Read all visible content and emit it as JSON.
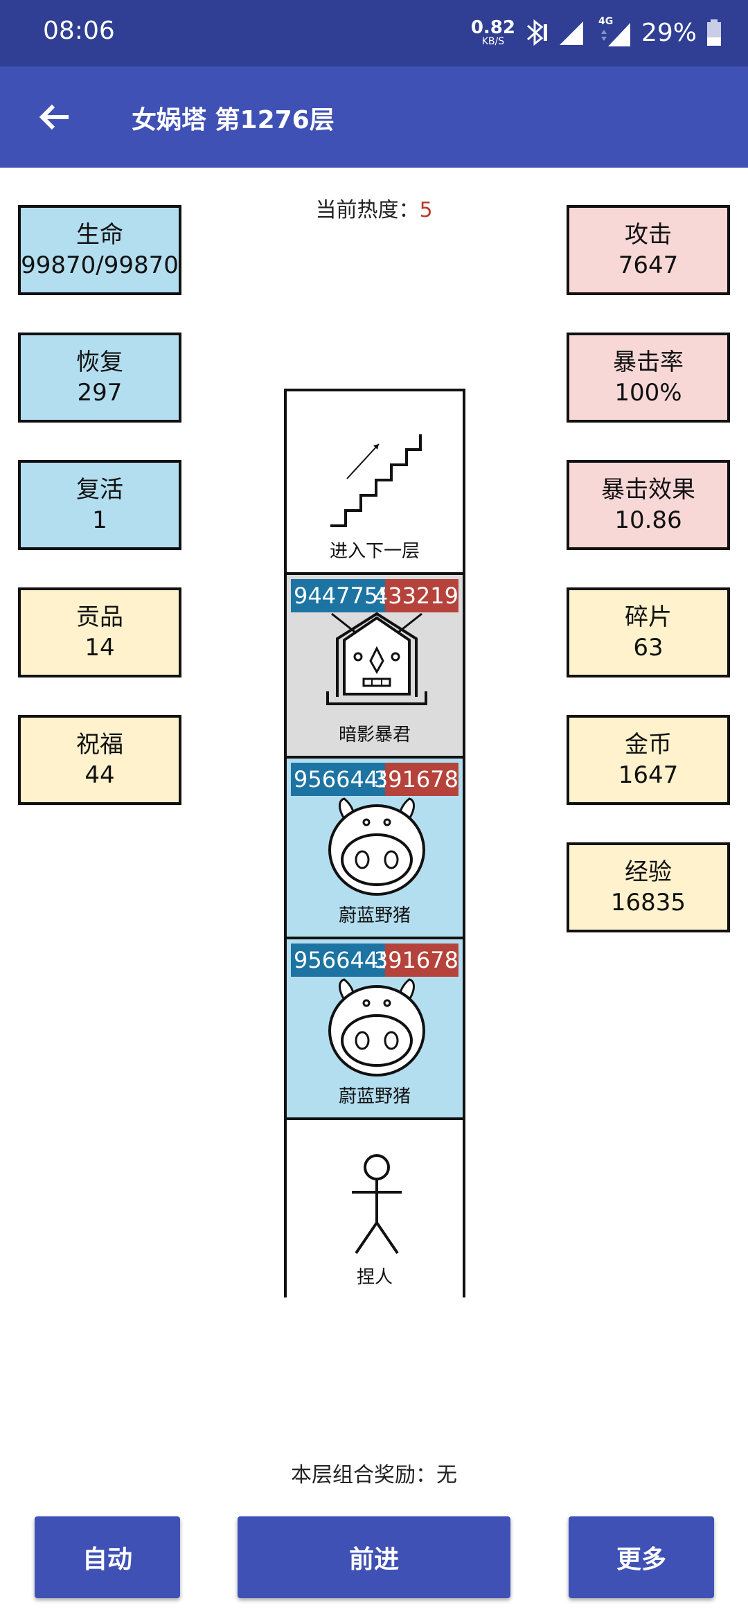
{
  "status_bar": {
    "time": "08:06",
    "net_speed_value": "0.82",
    "net_speed_unit": "KB/S",
    "network_label": "4G",
    "battery": "29%"
  },
  "app_bar": {
    "title": "女娲塔 第1276层",
    "back_icon": "arrow-left-icon"
  },
  "heat": {
    "label": "当前热度：",
    "value": "5"
  },
  "left_stats": [
    {
      "label": "生命",
      "value": "99870/99870",
      "color": "#b3def0"
    },
    {
      "label": "恢复",
      "value": "297",
      "color": "#b3def0"
    },
    {
      "label": "复活",
      "value": "1",
      "color": "#b3def0"
    },
    {
      "label": "贡品",
      "value": "14",
      "color": "#fff2cc"
    },
    {
      "label": "祝福",
      "value": "44",
      "color": "#fff2cc"
    }
  ],
  "right_stats": [
    {
      "label": "攻击",
      "value": "7647",
      "color": "#f8d7d7"
    },
    {
      "label": "暴击率",
      "value": "100%",
      "color": "#f8d7d7"
    },
    {
      "label": "暴击效果",
      "value": "10.86",
      "color": "#f8d7d7"
    },
    {
      "label": "碎片",
      "value": "63",
      "color": "#fff2cc"
    },
    {
      "label": "金币",
      "value": "1647",
      "color": "#fff2cc"
    },
    {
      "label": "经验",
      "value": "16835",
      "color": "#fff2cc"
    }
  ],
  "tower": [
    {
      "name": "进入下一层",
      "icon": "stairs-icon"
    },
    {
      "name": "暗影暴君",
      "icon": "shadow-tyrant-icon",
      "hp_blue": "9447755",
      "hp_red": "433219"
    },
    {
      "name": "蔚蓝野猪",
      "icon": "boar-icon",
      "hp_blue": "9566445",
      "hp_red": "391678"
    },
    {
      "name": "蔚蓝野猪",
      "icon": "boar-icon",
      "hp_blue": "9566445",
      "hp_red": "391678"
    },
    {
      "name": "捏人",
      "icon": "stick-figure-icon"
    }
  ],
  "combo": {
    "label": "本层组合奖励：",
    "value": "无"
  },
  "buttons": {
    "auto": "自动",
    "forward": "前进",
    "more": "更多"
  }
}
